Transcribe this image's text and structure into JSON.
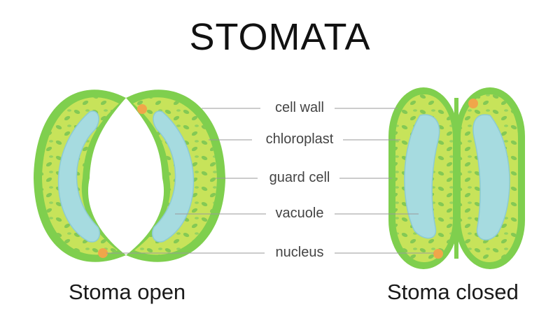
{
  "title": "STOMATA",
  "labels": {
    "cell_wall": "cell wall",
    "chloroplast": "chloroplast",
    "guard_cell": "guard cell",
    "vacuole": "vacuole",
    "nucleus": "nucleus"
  },
  "captions": {
    "open": "Stoma open",
    "closed": "Stoma closed"
  },
  "colors": {
    "cell_wall": "#7fcf4e",
    "cytoplasm": "#c7e35a",
    "vacuole": "#a6dbe0",
    "chloroplast": "#7cc653",
    "nucleus": "#f0a64a",
    "leader_line": "#9a9a9a"
  }
}
